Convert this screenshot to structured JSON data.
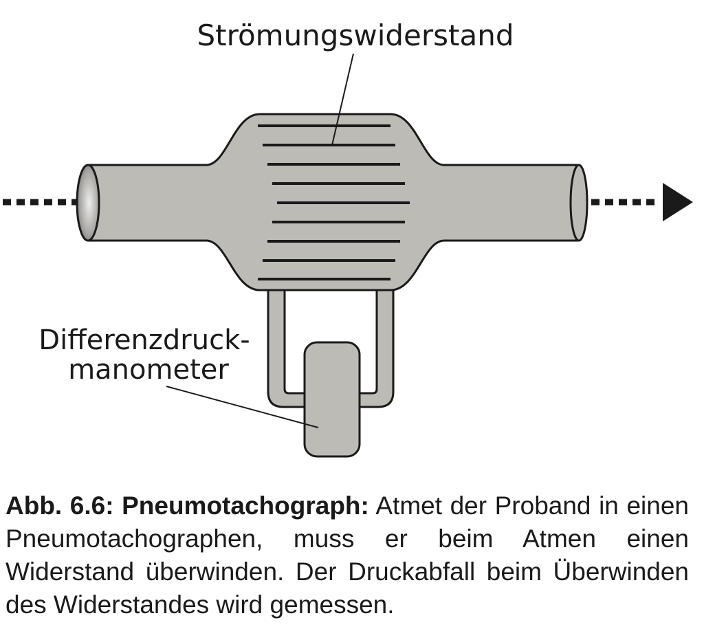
{
  "diagram": {
    "label_resistance": "Strömungswiderstand",
    "label_manometer_line1": "Differenzdruck-",
    "label_manometer_line2": "manometer",
    "colors": {
      "body_fill": "#bdbbb6",
      "stroke": "#1a1a1a"
    }
  },
  "caption": {
    "bold": "Abb. 6.6: Pneumotachograph:",
    "text": " Atmet der Proband in einen Pneumotachographen, muss er beim Atmen einen Widerstand überwinden. Der Druckabfall beim Überwinden des Widerstandes wird gemessen."
  }
}
